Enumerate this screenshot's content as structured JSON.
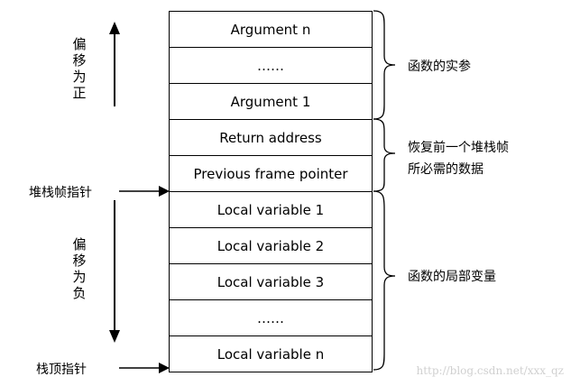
{
  "stack_cells": [
    "Argument n",
    "……",
    "Argument 1",
    "Return address",
    "Previous frame pointer",
    "Local variable 1",
    "Local variable 2",
    "Local variable 3",
    "……",
    "Local variable n"
  ],
  "offset_positive_label": "偏移为正",
  "offset_negative_label": "偏移为负",
  "frame_pointer_label": "堆栈帧指针",
  "stack_top_label": "栈顶指针",
  "brace_labels": {
    "actual_args": "函数的实参",
    "restore_line1": "恢复前一个堆栈帧",
    "restore_line2": "所必需的数据",
    "locals": "函数的局部变量"
  },
  "watermark": "http://blog.csdn.net/xxx_qz"
}
